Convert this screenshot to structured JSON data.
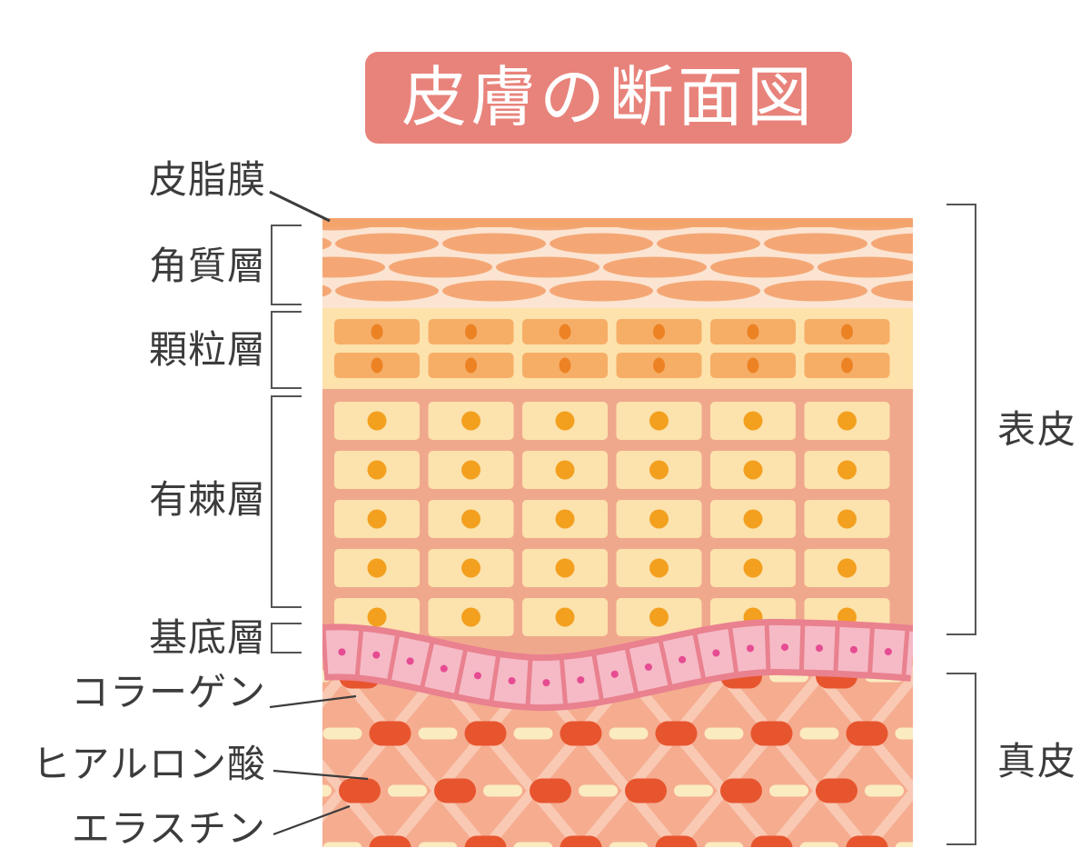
{
  "title": {
    "text": "皮膚の断面図"
  },
  "labels": {
    "left": [
      {
        "id": "sebum-film",
        "text": "皮脂膜"
      },
      {
        "id": "stratum-corneum",
        "text": "角質層"
      },
      {
        "id": "granular-layer",
        "text": "顆粒層"
      },
      {
        "id": "spinous-layer",
        "text": "有棘層"
      },
      {
        "id": "basal-layer",
        "text": "基底層"
      },
      {
        "id": "collagen",
        "text": "コラーゲン"
      },
      {
        "id": "hyaluronic-acid",
        "text": "ヒアルロン酸"
      },
      {
        "id": "elastin",
        "text": "エラスチン"
      }
    ],
    "right": [
      {
        "id": "epidermis",
        "text": "表皮"
      },
      {
        "id": "dermis",
        "text": "真皮"
      }
    ]
  },
  "figure": {
    "layers": [
      {
        "id": "sebum-film",
        "label": "皮脂膜"
      },
      {
        "id": "stratum-corneum",
        "label": "角質層",
        "ellipse_rows": 3
      },
      {
        "id": "granular-layer",
        "label": "顆粒層",
        "rows": 2,
        "cols": 6
      },
      {
        "id": "spinous-layer",
        "label": "有棘層",
        "rows": 5,
        "cols": 6
      },
      {
        "id": "basal-layer",
        "label": "基底層",
        "cells": 17
      },
      {
        "id": "dermis",
        "label": "真皮",
        "fiber_rows": 4,
        "components": [
          "コラーゲン",
          "ヒアルロン酸",
          "エラスチン"
        ]
      }
    ],
    "regions": [
      {
        "id": "epidermis",
        "label": "表皮",
        "spans": [
          "皮脂膜",
          "角質層",
          "顆粒層",
          "有棘層",
          "基底層"
        ]
      },
      {
        "id": "dermis",
        "label": "真皮",
        "spans": [
          "コラーゲン",
          "ヒアルロン酸",
          "エラスチン"
        ]
      }
    ]
  },
  "colors": {
    "banner_bg": "#E8837B",
    "banner_text": "#FFFFFF",
    "label_text": "#3C3C3C",
    "line": "#555555",
    "sebum": "#F3A46B",
    "corneum_bg": "#FBE4D2",
    "corneum_cell": "#F4A775",
    "granular_bg": "#FDE2AB",
    "granular_cell": "#F6AE67",
    "granular_dot": "#EC8224",
    "spinous_bg": "#F0A88D",
    "spinous_cell": "#FCE2AC",
    "spinous_dot": "#F3A01F",
    "basal_border": "#E9818F",
    "basal_cell": "#F5BAC6",
    "basal_dot": "#E64C92",
    "dermis_bg": "#F5AC8F",
    "dermis_hatch": "#F9C9B4",
    "dermis_oval": "#E7552F",
    "dermis_dash": "#FBEBC0"
  }
}
